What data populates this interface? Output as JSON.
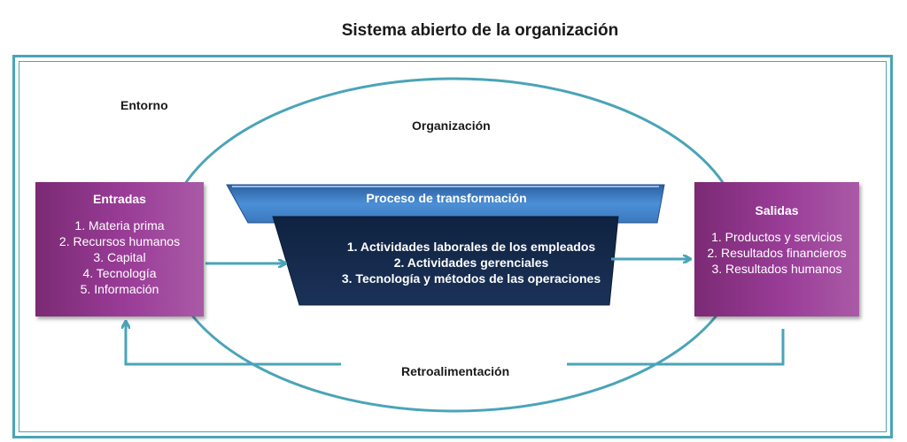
{
  "title": "Sistema abierto de la organización",
  "labels": {
    "entorno": "Entorno",
    "organizacion": "Organización",
    "retroalimentacion": "Retroalimentación"
  },
  "entradas": {
    "header": "Entradas",
    "items": [
      "1. Materia prima",
      "2. Recursos humanos",
      "3. Capital",
      "4. Tecnología",
      "5. Información"
    ]
  },
  "proceso": {
    "header": "Proceso de transformación",
    "items": [
      "1. Actividades laborales de los empleados",
      "2. Actividades gerenciales",
      "3. Tecnología y métodos de las operaciones"
    ]
  },
  "salidas": {
    "header": "Salidas",
    "items": [
      "1. Productos y servicios",
      "2. Resultados financieros",
      "3. Resultados humanos"
    ]
  },
  "colors": {
    "frame": "#4aa4b8",
    "box_purple": "#9a3d98",
    "process_top": "#3f7fc4",
    "process_body": "#14294a"
  }
}
